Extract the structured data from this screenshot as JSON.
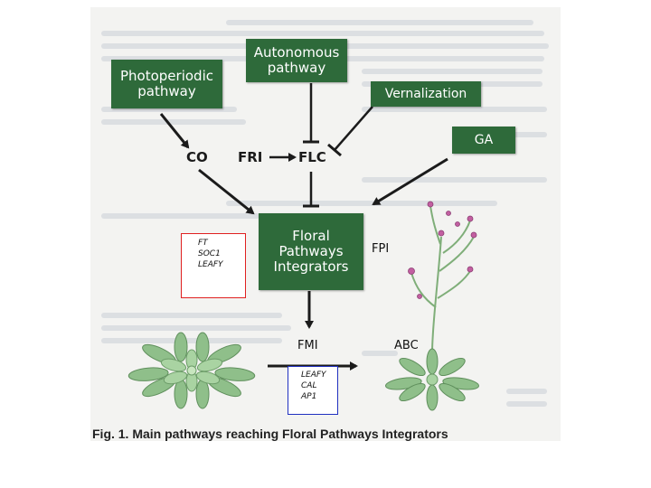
{
  "nodes": {
    "photoperiodic": "Photoperiodic\npathway",
    "autonomous": "Autonomous\npathway",
    "vernalization": "Vernalization",
    "ga": "GA",
    "integrators": "Floral\nPathways\nIntegrators"
  },
  "molecules": {
    "co": "CO",
    "fri": "FRI",
    "flc": "FLC"
  },
  "labels": {
    "fpi": "FPI",
    "fmi": "FMI",
    "abc": "ABC"
  },
  "red_box_genes": [
    "FT",
    "SOC1",
    "LEAFY"
  ],
  "blue_box_genes": [
    "LEAFY",
    "CAL",
    "AP1"
  ],
  "caption": {
    "prefix": "Fig. 1.",
    "text": "Main pathways reaching Floral Pathways Integrators"
  },
  "colors": {
    "box_green": "#2e6a3a",
    "red_box": "#e02020",
    "blue_box": "#2030c0"
  }
}
